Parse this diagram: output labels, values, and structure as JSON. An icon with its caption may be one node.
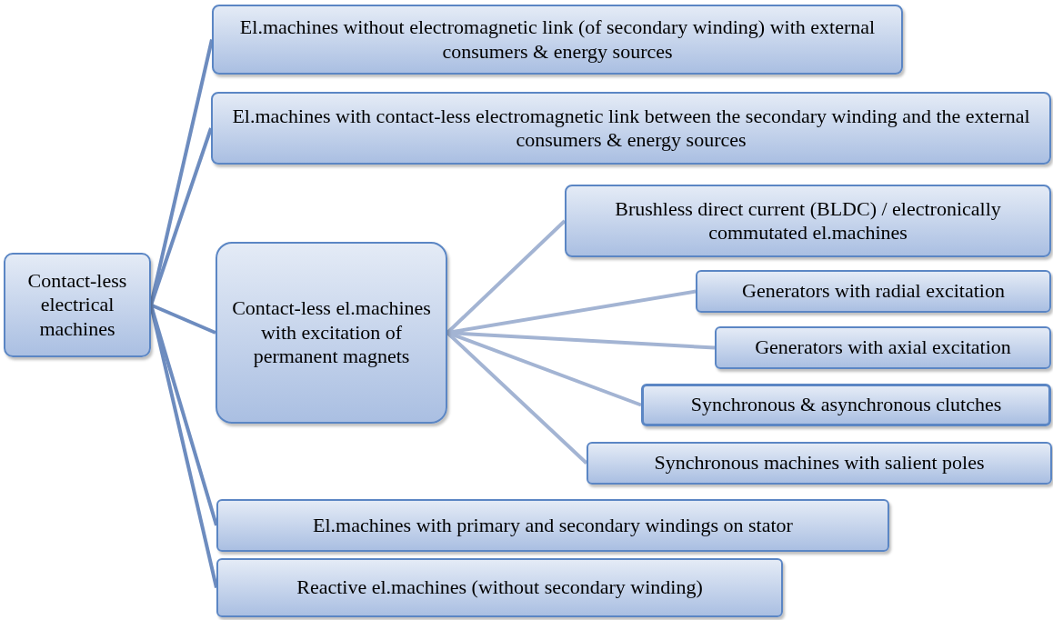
{
  "diagram": {
    "nodes": [
      {
        "text": [
          "Contact-less electrical machines"
        ]
      },
      {
        "text": [
          "El.machines without electromagnetic link (of secondary winding) with external consumers & energy sources"
        ]
      },
      {
        "text": [
          "El.machines with contact-less electromagnetic link between the secondary winding and the external consumers & energy sources"
        ]
      },
      {
        "text": [
          "Contact-less el.machines with excitation of permanent magnets"
        ]
      },
      {
        "text": [
          "Brushless direct current (BLDC) / electronically commutated el.machines"
        ]
      },
      {
        "text": [
          "Generators with radial excitation"
        ]
      },
      {
        "text": [
          "Generators with axial excitation"
        ]
      },
      {
        "text": [
          "Synchronous & asynchronous clutches"
        ]
      },
      {
        "text": [
          "Synchronous machines with salient poles"
        ]
      },
      {
        "text": [
          "El.machines with primary and secondary windings on stator"
        ]
      },
      {
        "text": [
          "Reactive el.machines (without secondary winding)"
        ]
      }
    ],
    "edges": [
      {
        "from": 0,
        "to": 1,
        "arrow": "none"
      },
      {
        "from": 0,
        "to": 2,
        "arrow": "none"
      },
      {
        "from": 0,
        "to": 3,
        "arrow": "none"
      },
      {
        "from": 0,
        "to": 9,
        "arrow": "none"
      },
      {
        "from": 0,
        "to": 10,
        "arrow": "none"
      },
      {
        "from": 3,
        "to": 4,
        "arrow": "none",
        "color": "#a3b4d3"
      },
      {
        "from": 3,
        "to": 5,
        "arrow": "none",
        "color": "#a3b4d3"
      },
      {
        "from": 3,
        "to": 6,
        "arrow": "none",
        "color": "#a3b4d3"
      },
      {
        "from": 3,
        "to": 7,
        "arrow": "none",
        "color": "#a3b4d3"
      },
      {
        "from": 3,
        "to": 8,
        "arrow": "none",
        "color": "#a3b4d3"
      }
    ]
  }
}
